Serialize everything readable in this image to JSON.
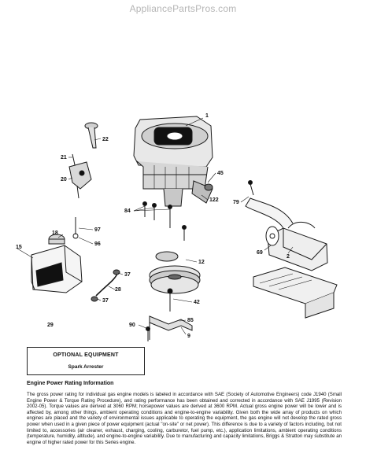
{
  "watermark": "AppliancePartsPros.com",
  "callouts": {
    "c1": "1",
    "c22": "22",
    "c21": "21",
    "c20": "20",
    "c45": "45",
    "c122": "122",
    "c79": "79",
    "c84": "84",
    "c18": "18",
    "c97": "97",
    "c15": "15",
    "c96": "96",
    "c12": "12",
    "c69": "69",
    "c2": "2",
    "c37a": "37",
    "c28": "28",
    "c37b": "37",
    "c42": "42",
    "c29": "29",
    "c90": "90",
    "c85": "85",
    "c9": "9"
  },
  "optional_equipment": {
    "title": "OPTIONAL EQUIPMENT",
    "item": "Spark Arrester"
  },
  "engine_rating": {
    "heading": "Engine Power Rating Information",
    "body": "The gross power rating for individual gas engine models is labeled in accordance with SAE (Society of Automotive Engineers) code J1940 (Small Engine Power & Torque Rating Procedure), and rating performance has been obtained and corrected in accordance with SAE J1995 (Revision 2002-05). Torque values are derived at 3060 RPM; horsepower values are derived at 3600 RPM. Actual gross engine power will be lower and is affected by, among other things, ambient operating conditions and engine-to-engine variability. Given both the wide array of products on which engines are placed and the variety of environmental issues applicable to operating the equipment, the gas engine will not develop the rated gross power when used in a given piece of power equipment (actual \"on-site\" or net power). This difference is due to a variety of factors including, but not limited to, accessories (air cleaner, exhaust, charging, cooling, carburetor, fuel pump, etc.), application limitations, ambient operating conditions (temperature, humidity, altitude), and engine-to-engine variability. Due to manufacturing and capacity limitations, Briggs & Stratton may substitute an engine of higher rated power for this Series engine."
  }
}
